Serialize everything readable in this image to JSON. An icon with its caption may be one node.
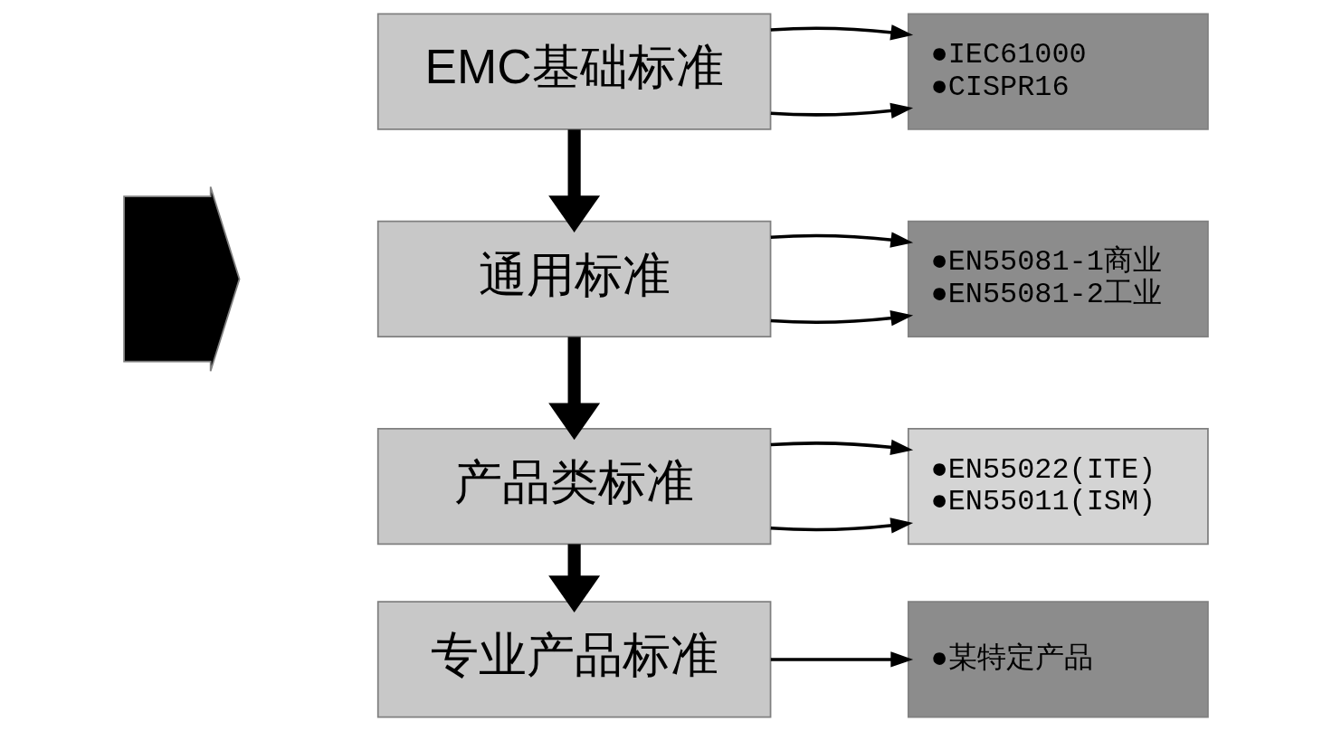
{
  "diagram": {
    "nodes": [
      {
        "text": [
          "EMC基础标准"
        ]
      },
      {
        "text": [
          "通用标准"
        ]
      },
      {
        "text": [
          "产品类标准"
        ]
      },
      {
        "text": [
          "专业产品标准"
        ]
      },
      {
        "text": [
          "●IEC61000",
          "●CISPR16"
        ]
      },
      {
        "text": [
          "●EN55081-1商业",
          "●EN55081-2工业"
        ]
      },
      {
        "text": [
          "●EN55022(ITE)",
          "●EN55011(ISM)"
        ]
      },
      {
        "text": [
          "●某特定产品"
        ]
      },
      {
        "text": [],
        "shape": "arrow"
      }
    ],
    "edges": [
      {
        "from": 0,
        "to": 1,
        "arrow": "to",
        "style": "thick"
      },
      {
        "from": 1,
        "to": 2,
        "arrow": "to",
        "style": "thick"
      },
      {
        "from": 2,
        "to": 3,
        "arrow": "to",
        "style": "thick"
      },
      {
        "from": 0,
        "to": 4,
        "arrow": "to"
      },
      {
        "from": 0,
        "to": 4,
        "arrow": "to"
      },
      {
        "from": 1,
        "to": 5,
        "arrow": "to"
      },
      {
        "from": 1,
        "to": 5,
        "arrow": "to"
      },
      {
        "from": 2,
        "to": 6,
        "arrow": "to"
      },
      {
        "from": 2,
        "to": 6,
        "arrow": "to"
      },
      {
        "from": 3,
        "to": 7,
        "arrow": "to"
      }
    ]
  }
}
